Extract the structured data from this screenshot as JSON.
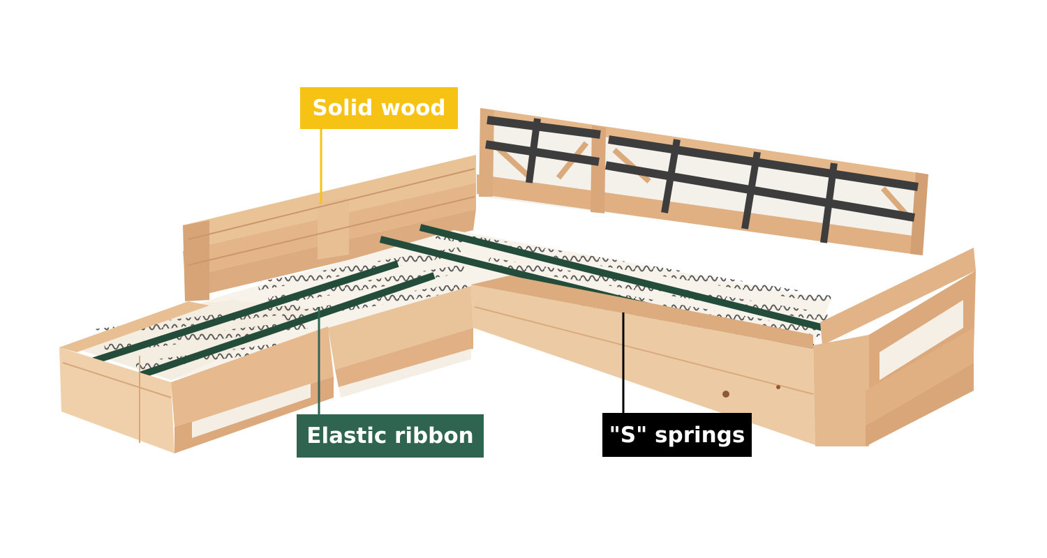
{
  "image": {
    "subject": "sofa-frame"
  },
  "colors": {
    "background": "#ffffff",
    "wood_light": "#f1d1ad",
    "wood_mid": "#e5b98c",
    "wood_dark": "#c99769",
    "ribbon_green": "#234d3a",
    "back_webbing": "#3d3d3d",
    "spring_grey": "#5a5a5a",
    "solid_wood_label": "#f6c214",
    "elastic_ribbon_label": "#2f6450",
    "s_springs_label": "#000000"
  },
  "callouts": {
    "solid_wood": {
      "text": "Solid wood",
      "icon": "leader-line"
    },
    "elastic_ribbon": {
      "text": "Elastic ribbon",
      "icon": "leader-line"
    },
    "s_springs": {
      "text": "\"S\" springs",
      "icon": "leader-line"
    }
  }
}
